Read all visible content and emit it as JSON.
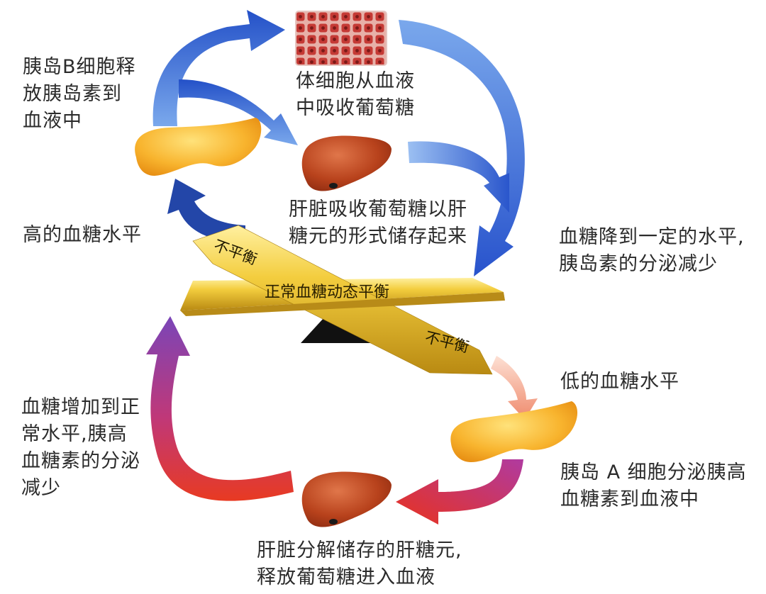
{
  "labels": {
    "pancreas_b_release": [
      "胰岛B细胞释",
      "放胰岛素到",
      "血液中"
    ],
    "cells_absorb": [
      "体细胞从血液",
      "中吸收葡萄糖"
    ],
    "liver_store": [
      "肝脏吸收葡萄糖以肝",
      "糖元的形式储存起来"
    ],
    "high_glucose": "高的血糖水平",
    "glucose_drop": [
      "血糖降到一定的水平,",
      "胰岛素的分泌减少"
    ],
    "balance_center": "正常血糖动态平衡",
    "unbalanced_top": "不平衡",
    "unbalanced_bottom": "不平衡",
    "low_glucose": "低的血糖水平",
    "pancreas_a_release": [
      "胰岛 A 细胞分泌胰高",
      "血糖素到血液中"
    ],
    "glucose_rise": [
      "血糖增加到正",
      "常水平,胰高",
      "血糖素的分泌",
      "减少"
    ],
    "liver_release": [
      "肝脏分解储存的肝糖元,",
      "释放葡萄糖进入血液"
    ]
  },
  "colors": {
    "blue_arrow": "#2f5fd0",
    "red_arrow": "#e0302a",
    "purple_arrow": "#8a3fb0",
    "pancreas": "#f6a321",
    "liver": "#b8421c",
    "beam": "#e3b321",
    "fulcrum": "#111111",
    "tissue": "#c9463e"
  },
  "icons": [
    "pancreas-icon",
    "liver-icon",
    "body-cells-tissue-icon",
    "fulcrum-icon"
  ]
}
